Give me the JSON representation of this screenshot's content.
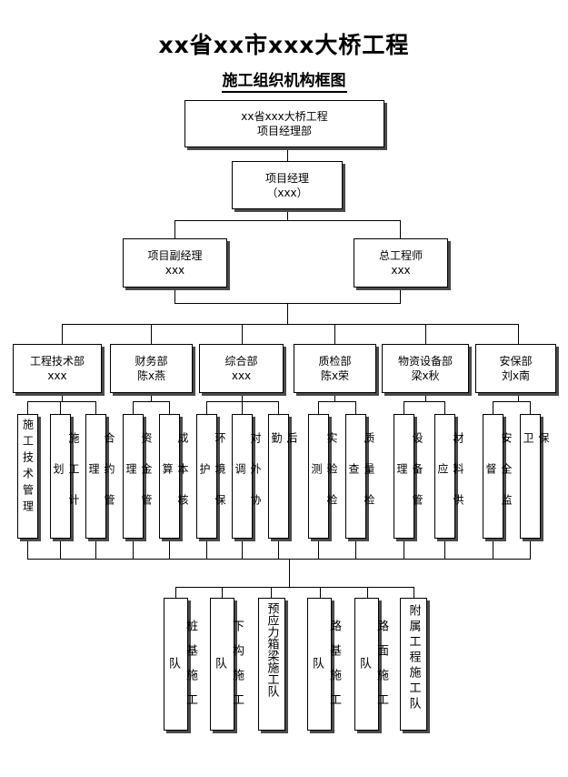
{
  "title": "xx省xx市xxx大桥工程",
  "subtitle": "施工组织机构框图",
  "top": {
    "line1": "xx省xxx大桥工程",
    "line2": "项目经理部"
  },
  "pm": {
    "line1": "项目经理",
    "line2": "（xxx）"
  },
  "deputy": {
    "line1": "项目副经理",
    "line2": "xxx"
  },
  "chief_engineer": {
    "line1": "总工程师",
    "line2": "xxx"
  },
  "departments": [
    {
      "name": "工程技术部",
      "person": "xxx"
    },
    {
      "name": "财务部",
      "person": "陈x燕"
    },
    {
      "name": "综合部",
      "person": "xxx"
    },
    {
      "name": "质检部",
      "person": "陈x荣"
    },
    {
      "name": "物资设备部",
      "person": "梁x秋"
    },
    {
      "name": "安保部",
      "person": "刘x南"
    }
  ],
  "functions": [
    "施工技术管理",
    "施工计划",
    "合约管理",
    "资金管理",
    "成本核算",
    "环境保护",
    "对外协调",
    "后勤",
    "实验检测",
    "质量检查",
    "设备管理",
    "材料供应",
    "安全监督",
    "保卫"
  ],
  "teams": [
    "桩基施工队",
    "下构施工队",
    "预应力箱梁施工队",
    "路基施工队",
    "路面施工队",
    "附属工程施工队"
  ]
}
